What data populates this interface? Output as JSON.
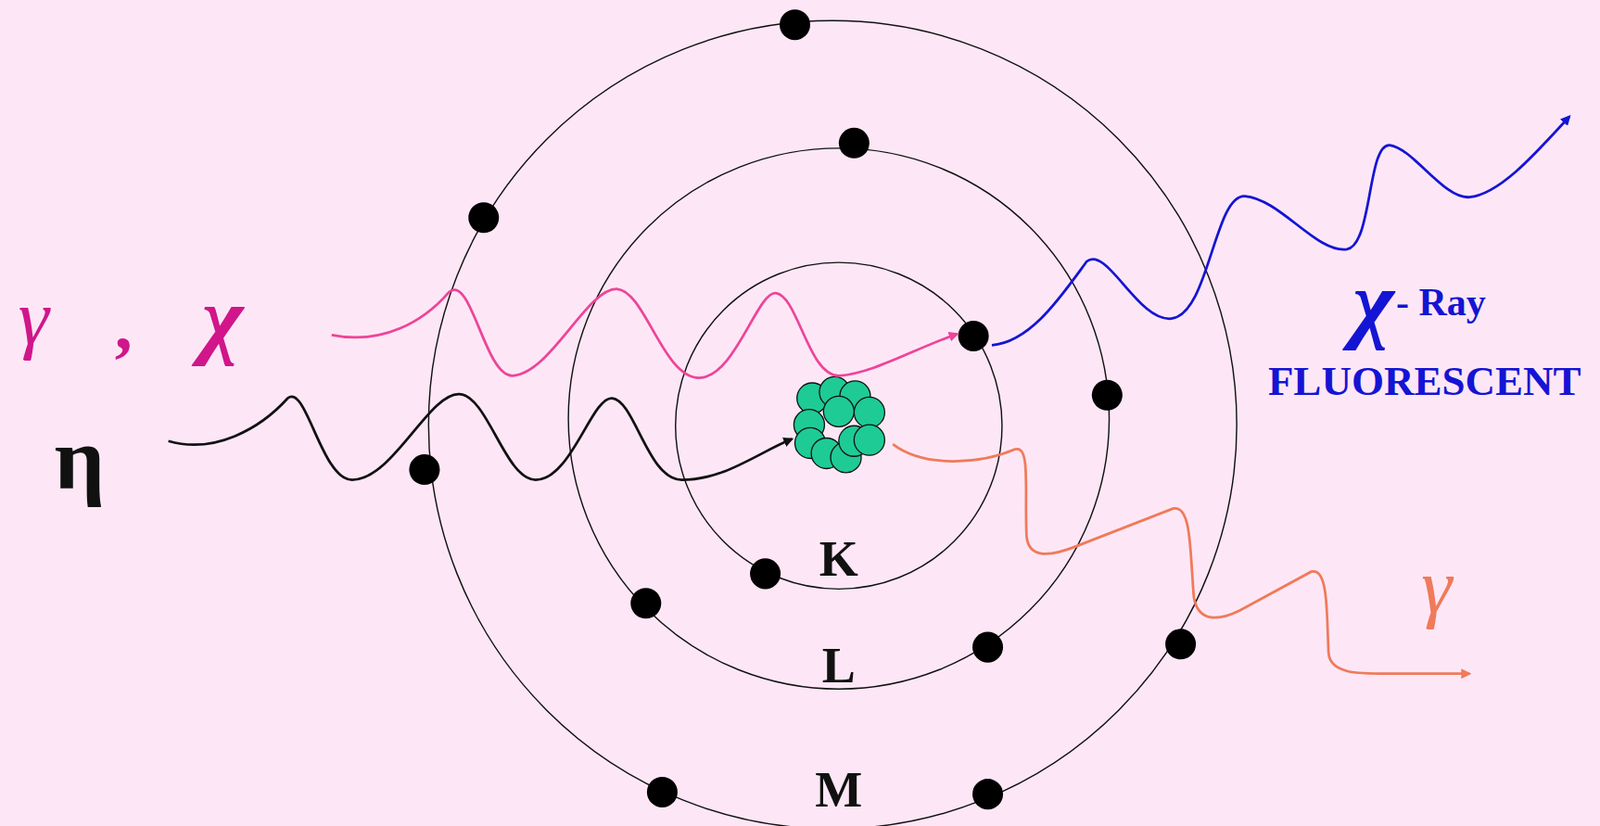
{
  "diagram": {
    "labels": [
      "γ",
      ",",
      "χ",
      "η",
      "χ",
      "- Ray",
      "FLUORESCENT",
      "γ",
      "K",
      "L",
      "M"
    ]
  }
}
